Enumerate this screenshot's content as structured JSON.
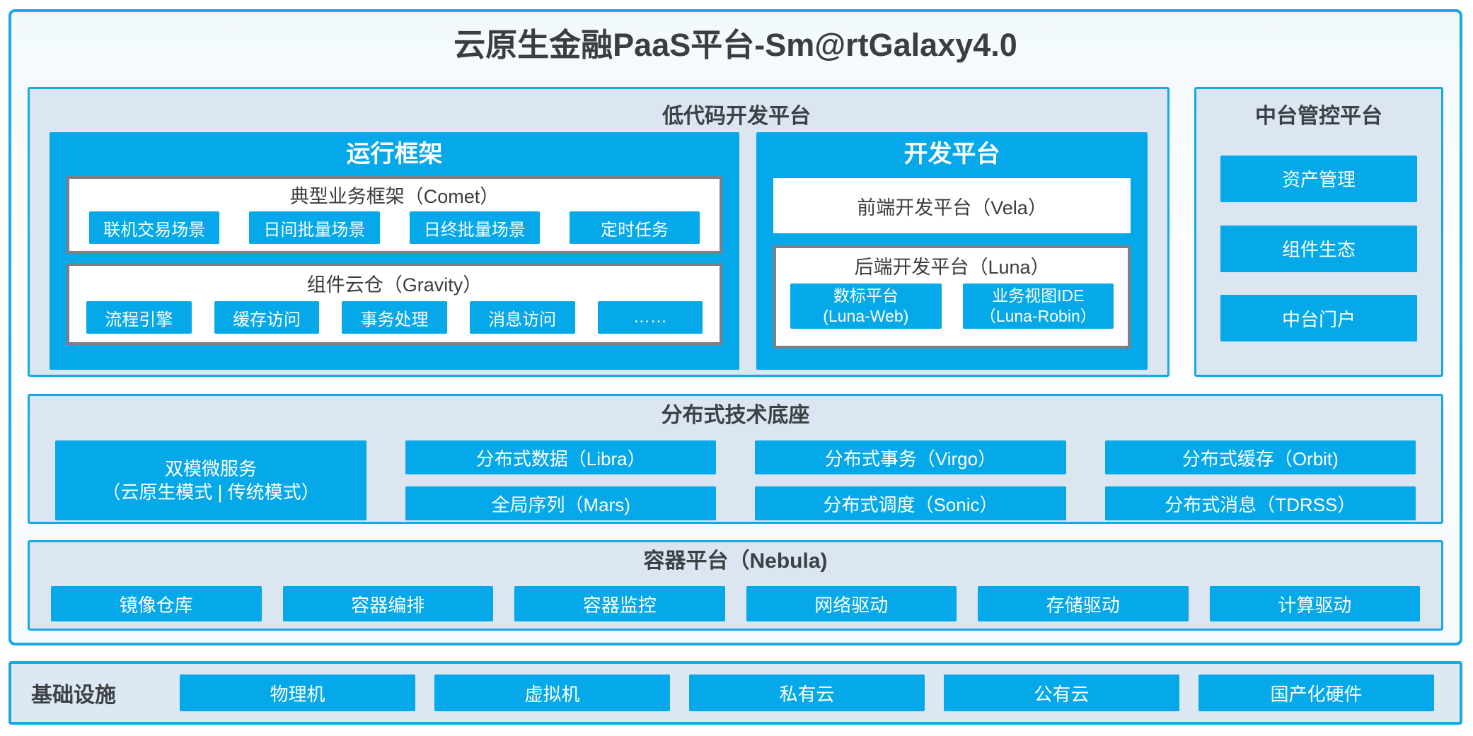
{
  "title": "云原生金融PaaS平台-Sm@rtGalaxy4.0",
  "colors": {
    "accent": "#05A8E8",
    "section_bg": "#DBE6F2",
    "frame_border": "#1BA8E6",
    "group_border": "#7C8084",
    "text_dark": "#3D4045"
  },
  "lowcode": {
    "title": "低代码开发平台",
    "runtime": {
      "title": "运行框架",
      "comet": {
        "title": "典型业务框架（Comet）",
        "chips": [
          "联机交易场景",
          "日间批量场景",
          "日终批量场景",
          "定时任务"
        ]
      },
      "gravity": {
        "title": "组件云仓（Gravity）",
        "chips": [
          "流程引擎",
          "缓存访问",
          "事务处理",
          "消息访问",
          "……"
        ]
      }
    },
    "dev": {
      "title": "开发平台",
      "frontend": "前端开发平台（Vela）",
      "backend": {
        "title": "后端开发平台（Luna）",
        "chips": [
          {
            "line1": "数标平台",
            "line2": "(Luna-Web)"
          },
          {
            "line1": "业务视图IDE",
            "line2": "（Luna-Robin）"
          }
        ]
      }
    }
  },
  "midplatform": {
    "title": "中台管控平台",
    "buttons": [
      "资产管理",
      "组件生态",
      "中台门户"
    ]
  },
  "distributed": {
    "title": "分布式技术底座",
    "dual": {
      "line1": "双模微服务",
      "line2": "（云原生模式 | 传统模式）"
    },
    "chips": [
      "分布式数据（Libra）",
      "分布式事务（Virgo）",
      "分布式缓存（Orbit)",
      "全局序列（Mars)",
      "分布式调度（Sonic）",
      "分布式消息（TDRSS）"
    ]
  },
  "container_platform": {
    "title": "容器平台（Nebula)",
    "chips": [
      "镜像仓库",
      "容器编排",
      "容器监控",
      "网络驱动",
      "存储驱动",
      "计算驱动"
    ]
  },
  "infrastructure": {
    "title": "基础设施",
    "chips": [
      "物理机",
      "虚拟机",
      "私有云",
      "公有云",
      "国产化硬件"
    ]
  }
}
